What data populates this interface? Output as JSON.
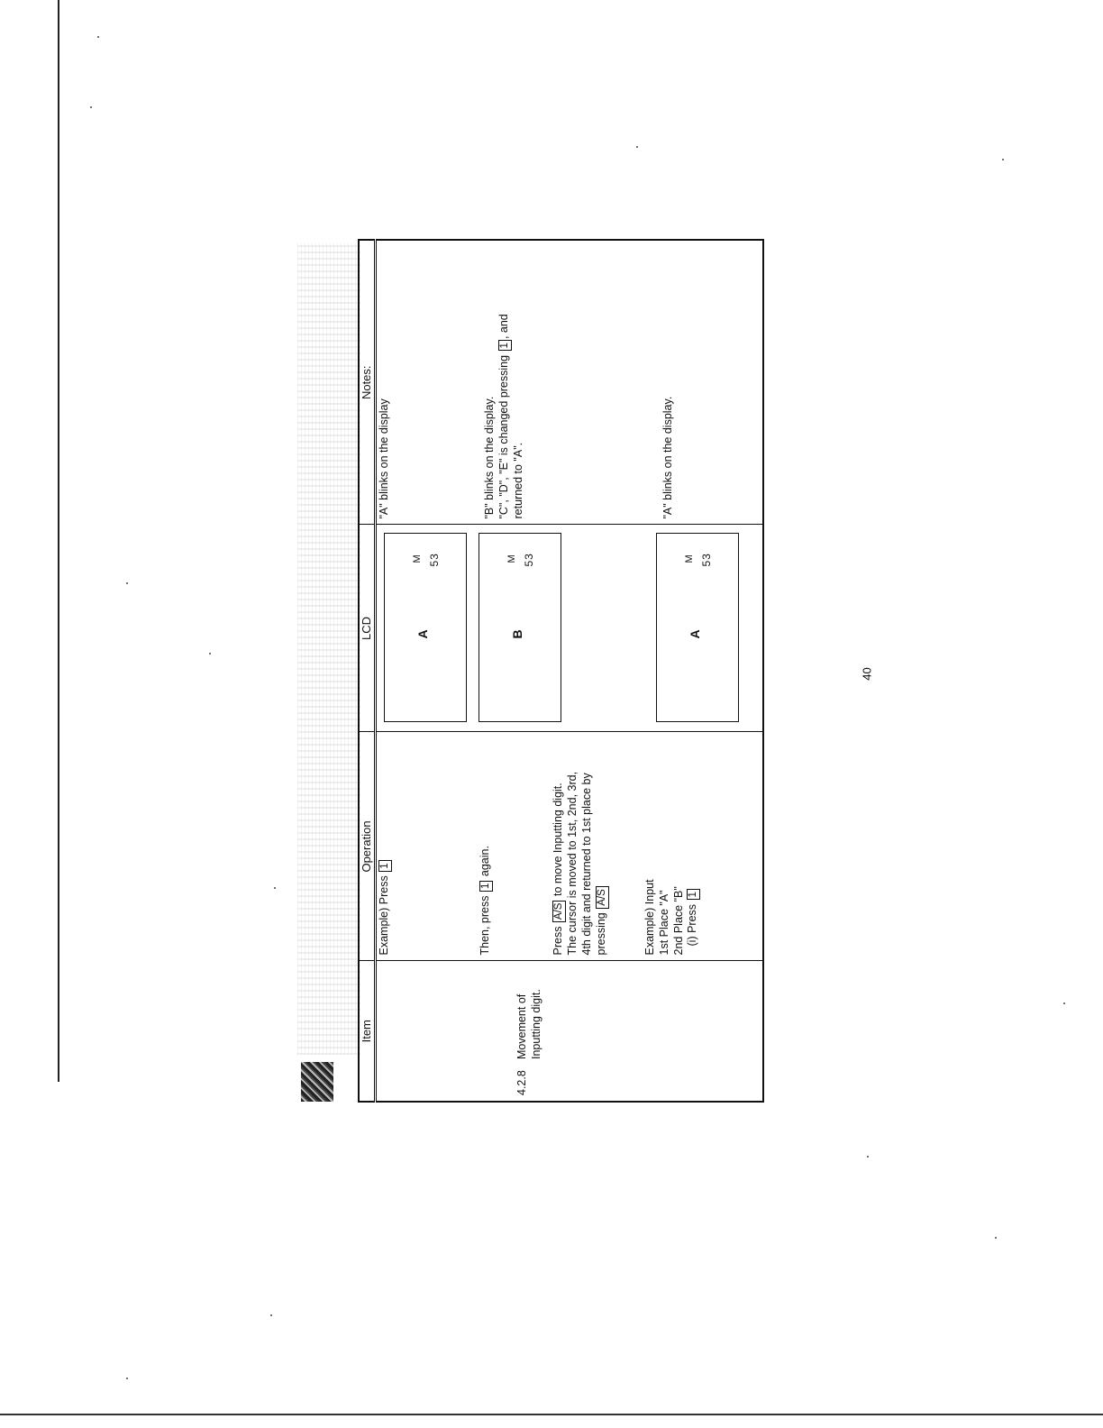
{
  "table": {
    "headers": {
      "item": "Item",
      "operation": "Operation",
      "lcd": "LCD",
      "notes": "Notes:"
    },
    "item_section": {
      "number": "4.2.8",
      "title": "Movement of Inputting digit."
    },
    "operation": {
      "ex1_prefix": "Example)  Press",
      "ex1_key": "1",
      "then_prefix": "Then, press",
      "then_key": "1",
      "then_suffix": "again.",
      "move_prefix": "Press",
      "move_key": "A/S",
      "move_suffix": "to move Inputting digit.",
      "move_line2": "The cursor is moved to 1st, 2nd, 3rd,",
      "move_line3": "4th digit and returned to 1st place by",
      "move_line4_prefix": "pressing",
      "move_line4_key": "A/S",
      "ex2_line1": "Example)  Input",
      "ex2_line2": "1st Place \"A\"",
      "ex2_line3": "2nd Place \"B\"",
      "ex2_line4_prefix": "(i) Press",
      "ex2_line4_key": "1"
    },
    "lcd": [
      {
        "char": "A",
        "m": "M",
        "num": "53"
      },
      {
        "char": "B",
        "m": "M",
        "num": "53"
      },
      {
        "char": "A",
        "m": "M",
        "num": "53"
      }
    ],
    "notes": {
      "n1": "\"A\" blinks on the display",
      "n2_line1": "\"B\" blinks on the display.",
      "n2_line2_prefix": "\"C\", \"D\", \"E\" is changed pressing",
      "n2_line2_key": "1",
      "n2_line2_suffix": ", and",
      "n2_line3": "returned to \"A\".",
      "n3": "\"A\" blinks on the display."
    }
  },
  "page_number": "40"
}
